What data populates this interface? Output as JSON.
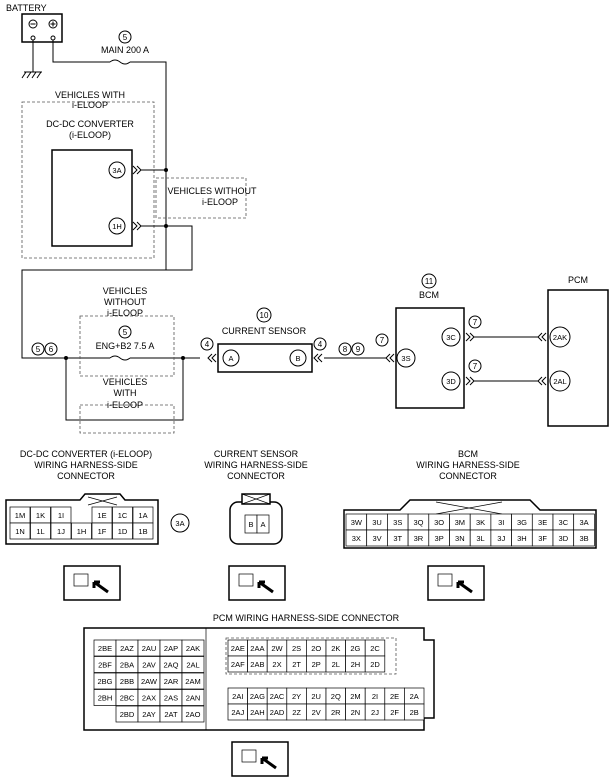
{
  "labels": {
    "battery": "BATTERY",
    "main_fuse_num": "5",
    "main_fuse": "MAIN 200 A",
    "veh_with_top_1": "VEHICLES WITH",
    "veh_with_top_2": "i-ELOOP",
    "dcdc_1": "DC-DC CONVERTER",
    "dcdc_2": "(i-ELOOP)",
    "pin_3a": "3A",
    "pin_1h": "1H",
    "veh_without_top_1": "VEHICLES WITHOUT",
    "veh_without_top_2": "i-ELOOP",
    "veh_without_mid_1": "VEHICLES",
    "veh_without_mid_2": "WITHOUT",
    "veh_without_mid_3": "i-ELOOP",
    "eng_fuse_num": "5",
    "eng_fuse": "ENG+B2 7.5 A",
    "veh_with_bot_1": "VEHICLES",
    "veh_with_bot_2": "WITH",
    "veh_with_bot_3": "i-ELOOP",
    "left_wire_5": "5",
    "left_wire_6": "6",
    "cs_num": "10",
    "cs": "CURRENT SENSOR",
    "cs_pin_a": "A",
    "cs_pin_b": "B",
    "wire_4a": "4",
    "wire_4b": "4",
    "wire_8": "8",
    "wire_9": "9",
    "wire_7a": "7",
    "wire_7b": "7",
    "wire_7c": "7",
    "bcm_num": "11",
    "bcm": "BCM",
    "bcm_3s": "3S",
    "bcm_3c": "3C",
    "bcm_3d": "3D",
    "pcm": "PCM",
    "pcm_2ak": "2AK",
    "pcm_2al": "2AL"
  },
  "connectors": {
    "dcdc_title_1": "DC-DC CONVERTER (i-ELOOP)",
    "dcdc_title_2": "WIRING HARNESS-SIDE",
    "dcdc_title_3": "CONNECTOR",
    "dcdc_row1": [
      "1M",
      "1K",
      "1I",
      "",
      "1E",
      "1C",
      "1A"
    ],
    "dcdc_row2": [
      "1N",
      "1L",
      "1J",
      "1H",
      "1F",
      "1D",
      "1B"
    ],
    "dcdc_side": "3A",
    "cs_title_1": "CURRENT SENSOR",
    "cs_title_2": "WIRING HARNESS-SIDE",
    "cs_title_3": "CONNECTOR",
    "cs_pins": [
      "B",
      "A"
    ],
    "bcm_title_1": "BCM",
    "bcm_title_2": "WIRING HARNESS-SIDE",
    "bcm_title_3": "CONNECTOR",
    "bcm_row1": [
      "3W",
      "3U",
      "3S",
      "3Q",
      "3O",
      "3M",
      "3K",
      "3I",
      "3G",
      "3E",
      "3C",
      "3A"
    ],
    "bcm_row2": [
      "3X",
      "3V",
      "3T",
      "3R",
      "3P",
      "3N",
      "3L",
      "3J",
      "3H",
      "3F",
      "3D",
      "3B"
    ],
    "pcm_title": "PCM WIRING HARNESS-SIDE CONNECTOR",
    "pcm_left": [
      [
        "2BE",
        "2AZ",
        "2AU",
        "2AP",
        "2AK"
      ],
      [
        "2BF",
        "2BA",
        "2AV",
        "2AQ",
        "2AL"
      ],
      [
        "2BG",
        "2BB",
        "2AW",
        "2AR",
        "2AM"
      ],
      [
        "2BH",
        "2BC",
        "2AX",
        "2AS",
        "2AN"
      ],
      [
        "",
        "2BD",
        "2AY",
        "2AT",
        "2AO"
      ]
    ],
    "pcm_right": [
      [
        "2AE",
        "2AA",
        "2W",
        "2S",
        "2O",
        "2K",
        "2G",
        "2C"
      ],
      [
        "2AF",
        "2AB",
        "2X",
        "2T",
        "2P",
        "2L",
        "2H",
        "2D"
      ],
      [
        "",
        "",
        "",
        "",
        "",
        "",
        "",
        ""
      ],
      [
        "2AI",
        "2AG",
        "2AC",
        "2Y",
        "2U",
        "2Q",
        "2M",
        "2I",
        "2E",
        "2A"
      ],
      [
        "2AJ",
        "2AH",
        "2AD",
        "2Z",
        "2V",
        "2R",
        "2N",
        "2J",
        "2F",
        "2B"
      ]
    ]
  }
}
